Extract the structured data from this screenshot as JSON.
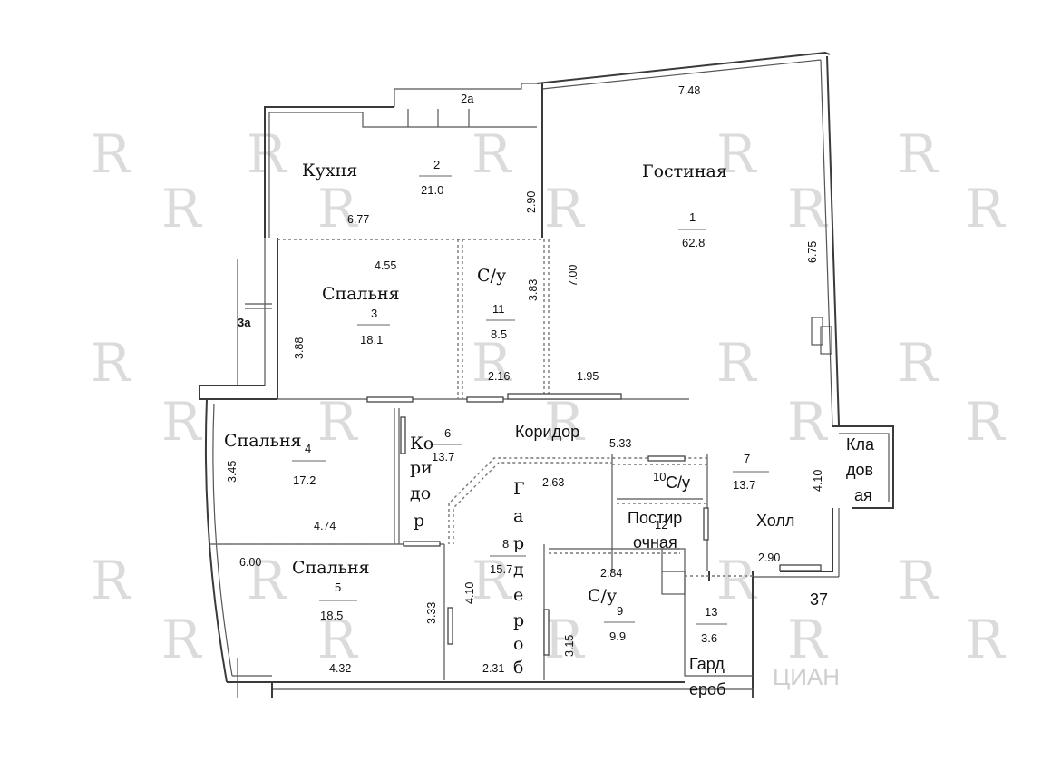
{
  "watermarks": {
    "mark": "R",
    "brand": "ЦИАН"
  },
  "rooms": {
    "living": {
      "name": "Гостиная",
      "number": "1",
      "area": "62.8"
    },
    "kitchen": {
      "name": "Кухня",
      "number": "2",
      "area": "21.0"
    },
    "balcony": {
      "number": "2а"
    },
    "bedroom3": {
      "name": "Спальня",
      "number": "3",
      "area": "18.1"
    },
    "loggia": {
      "number": "3а"
    },
    "bedroom4": {
      "name": "Спальня",
      "number": "4",
      "area": "17.2"
    },
    "bedroom5": {
      "name": "Спальня",
      "number": "5",
      "area": "18.5"
    },
    "corridor6": {
      "name": "Коридор",
      "number": "6",
      "area": "13.7"
    },
    "corridor_small": {
      "name_lines": [
        "Ко",
        "ри",
        "до",
        "р"
      ]
    },
    "hall": {
      "name": "Холл",
      "number": "7",
      "area": "13.7"
    },
    "wardrobe8": {
      "name_letters": [
        "Г",
        "а",
        "р",
        "д",
        "е",
        "р",
        "о",
        "б"
      ],
      "number": "8",
      "area": "15.7"
    },
    "bath9": {
      "name": "С/у",
      "number": "9",
      "area": "9.9"
    },
    "bath10": {
      "name": "С/у",
      "number": "10"
    },
    "bath11": {
      "name": "С/у",
      "number": "11",
      "area": "8.5"
    },
    "laundry12": {
      "name_lines": [
        "Постир",
        "очная"
      ],
      "number": "12"
    },
    "wardrobe13": {
      "name_lines": [
        "Гард",
        "ероб"
      ],
      "number": "13",
      "area": "3.6"
    },
    "storage": {
      "name_lines": [
        "Кла",
        "дов",
        "ая"
      ]
    },
    "apartment_door": {
      "number": "37"
    }
  },
  "dimensions": {
    "d_7_48": "7.48",
    "d_6_77": "6.77",
    "d_2_90_kitchen": "2.90",
    "d_6_75": "6.75",
    "d_4_55": "4.55",
    "d_3_88": "3.88",
    "d_3_83": "3.83",
    "d_7_00": "7.00",
    "d_2_16": "2.16",
    "d_1_95": "1.95",
    "d_3_45": "3.45",
    "d_5_33": "5.33",
    "d_4_10_hall": "4.10",
    "d_2_63": "2.63",
    "d_4_74": "4.74",
    "d_2_90_hall": "2.90",
    "d_6_00": "6.00",
    "d_2_84": "2.84",
    "d_3_33": "3.33",
    "d_4_10_wardrobe": "4.10",
    "d_3_15": "3.15",
    "d_4_32": "4.32",
    "d_2_31": "2.31"
  }
}
